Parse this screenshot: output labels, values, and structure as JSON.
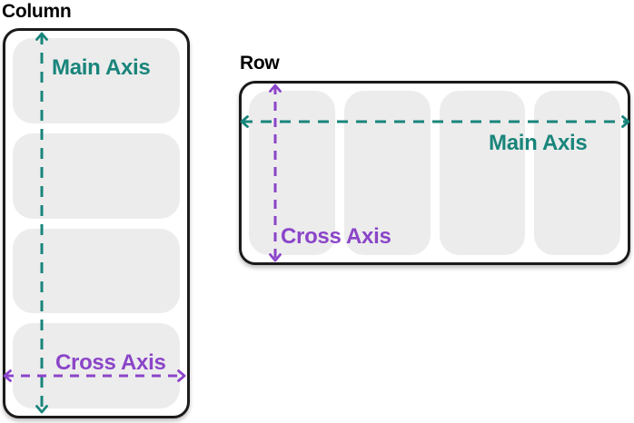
{
  "diagram": {
    "column": {
      "title": "Column",
      "main_axis_label": "Main Axis",
      "cross_axis_label": "Cross Axis",
      "item_count": 4
    },
    "row": {
      "title": "Row",
      "main_axis_label": "Main Axis",
      "cross_axis_label": "Cross Axis",
      "item_count": 4
    },
    "colors": {
      "main_axis": "#19857B",
      "cross_axis": "#8B45C9",
      "item_fill": "#ECECEC",
      "frame_border": "#1B1B1B",
      "title_text": "#000000",
      "background": "#FFFFFF"
    }
  }
}
